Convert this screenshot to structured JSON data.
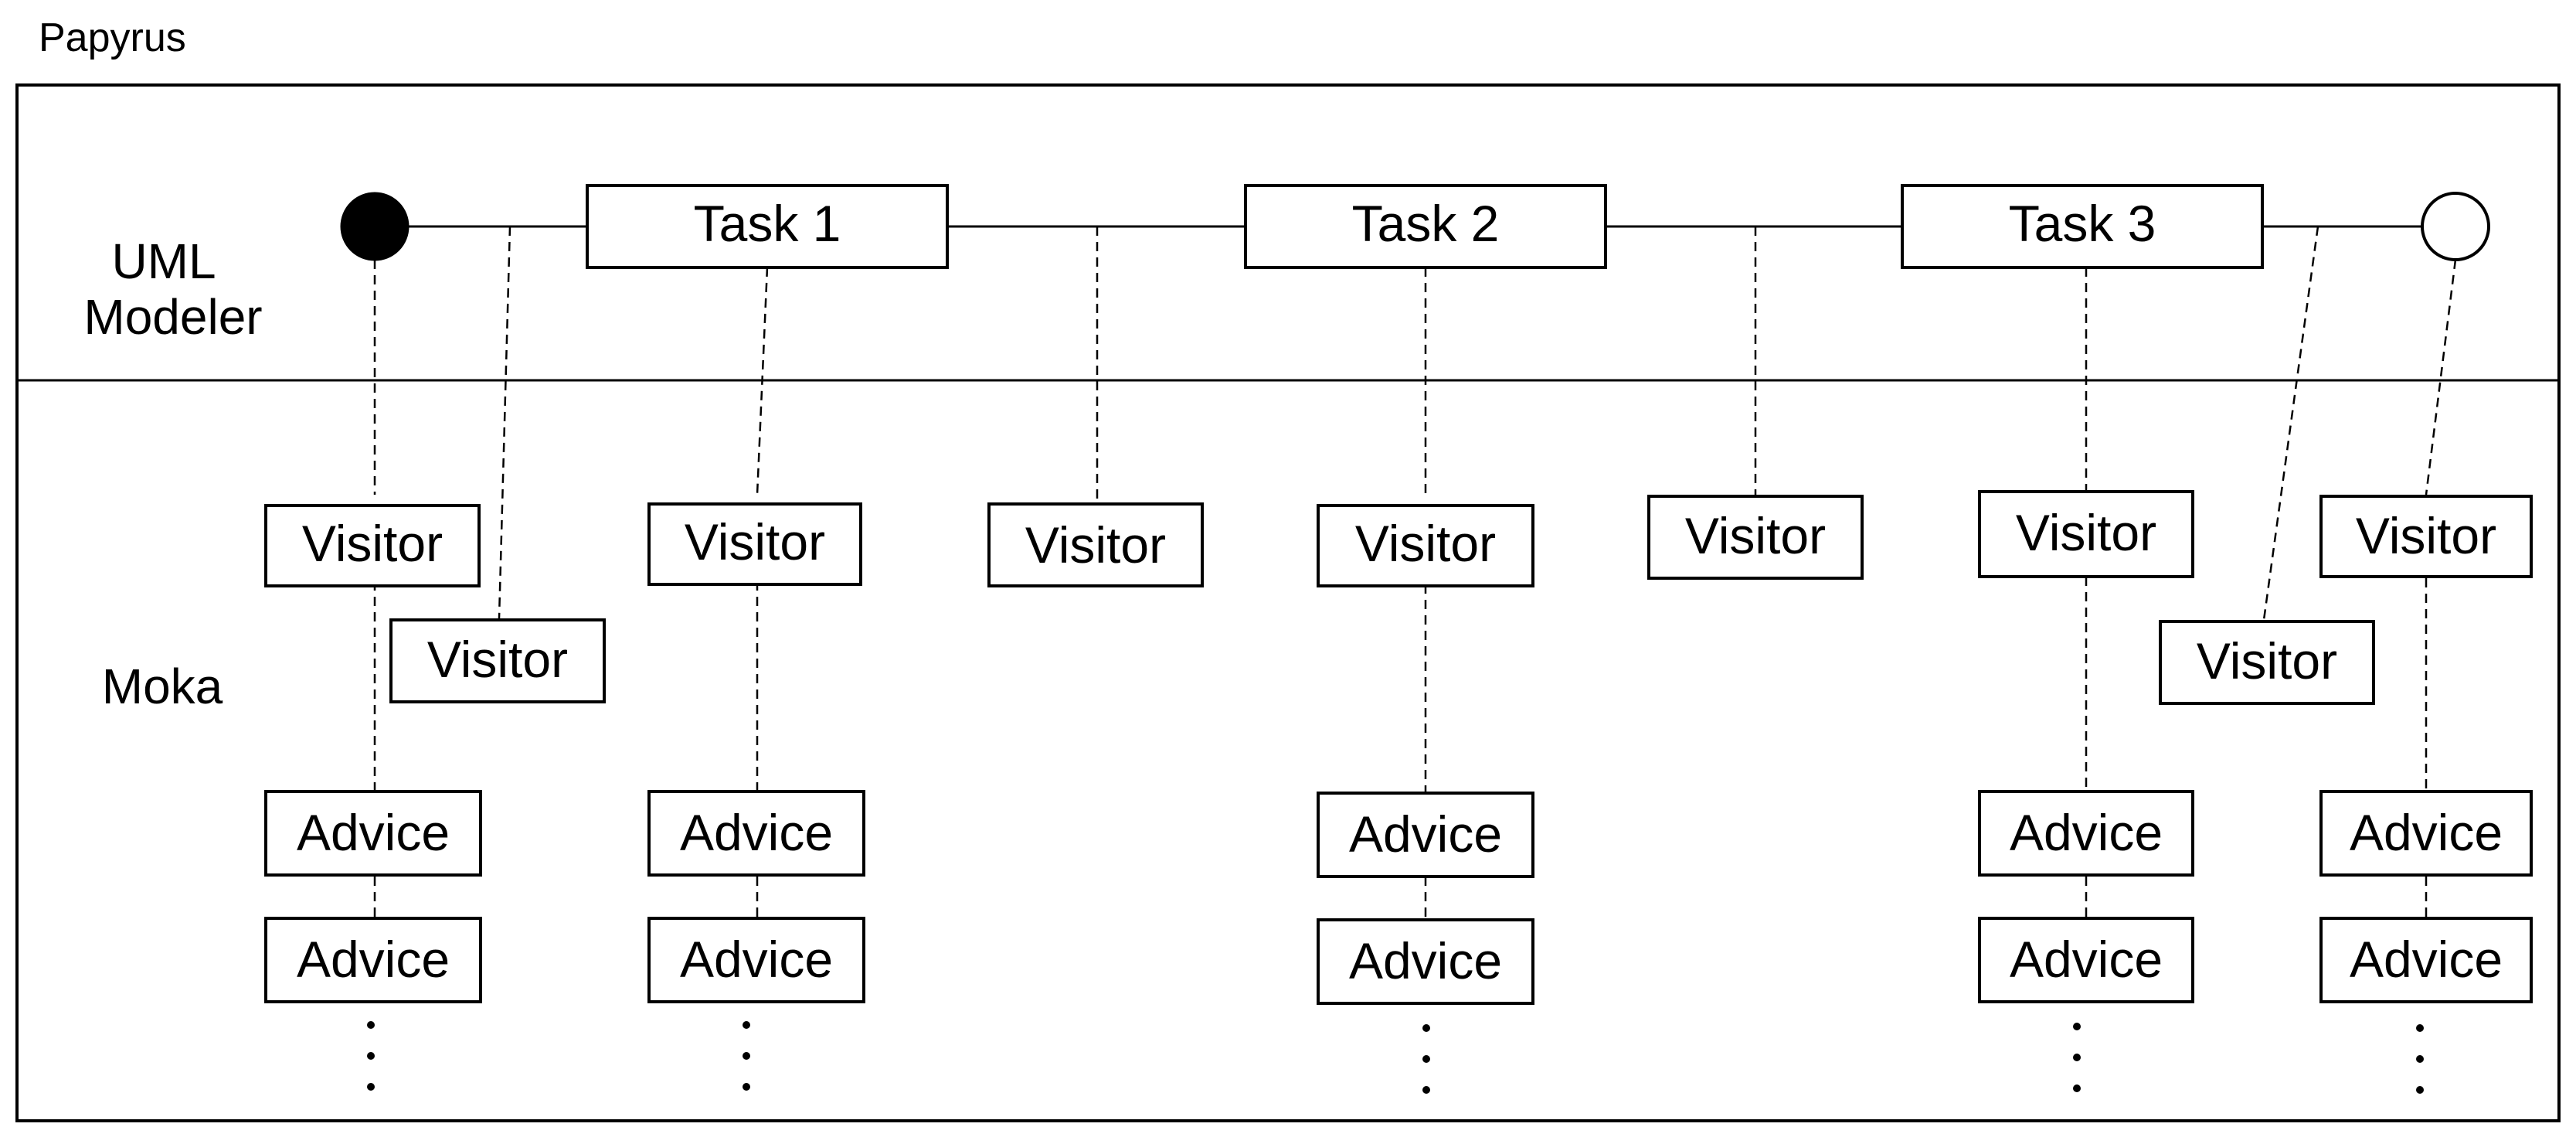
{
  "title": "Papyrus",
  "lanes": {
    "top": "UML",
    "top_line2": "Modeler",
    "bottom": "Moka"
  },
  "tasks": [
    "Task 1",
    "Task 2",
    "Task 3"
  ],
  "visitor_label": "Visitor",
  "advice_label": "Advice",
  "colors": {
    "ink": "#000000",
    "background": "#ffffff"
  }
}
